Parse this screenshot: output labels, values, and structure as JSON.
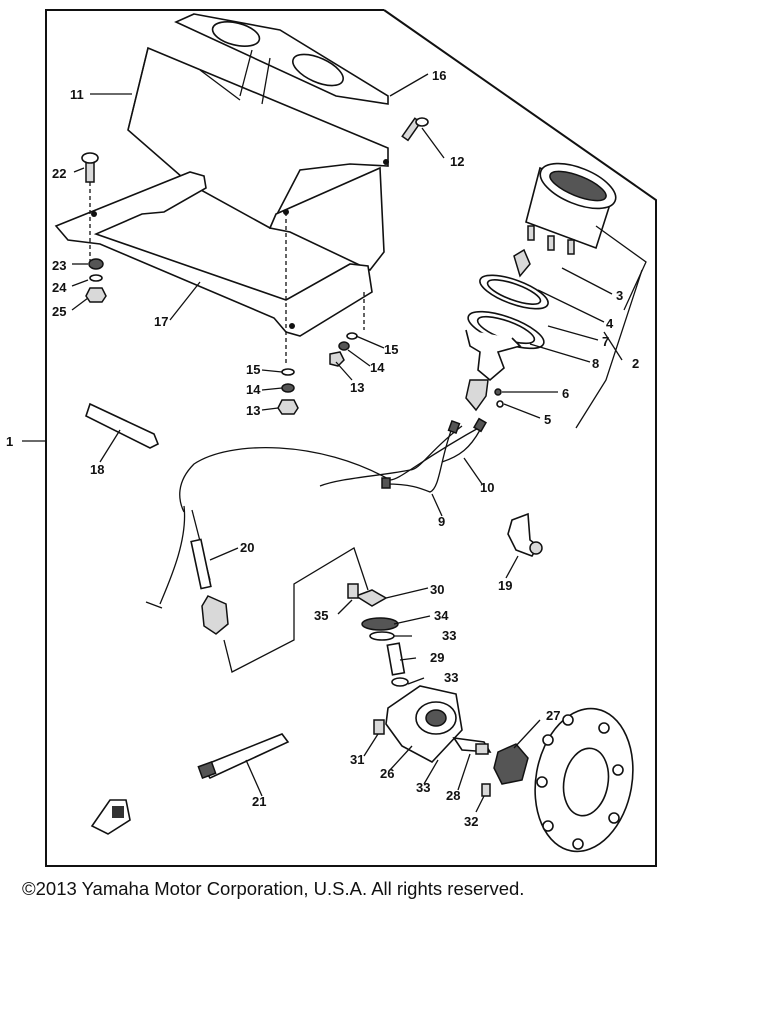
{
  "diagram": {
    "callouts": [
      "1",
      "2",
      "3",
      "4",
      "5",
      "6",
      "7",
      "8",
      "9",
      "10",
      "11",
      "12",
      "13",
      "13",
      "14",
      "14",
      "15",
      "15",
      "16",
      "17",
      "18",
      "19",
      "20",
      "21",
      "22",
      "23",
      "24",
      "25",
      "26",
      "27",
      "28",
      "29",
      "30",
      "31",
      "32",
      "33",
      "33",
      "33",
      "34",
      "35"
    ]
  },
  "footer": {
    "copyright": "©2013 Yamaha Motor Corporation, U.S.A. All rights reserved."
  },
  "colors": {
    "ink": "#111111",
    "background": "#ffffff"
  },
  "icons": [
    "front-arrow-icon"
  ]
}
